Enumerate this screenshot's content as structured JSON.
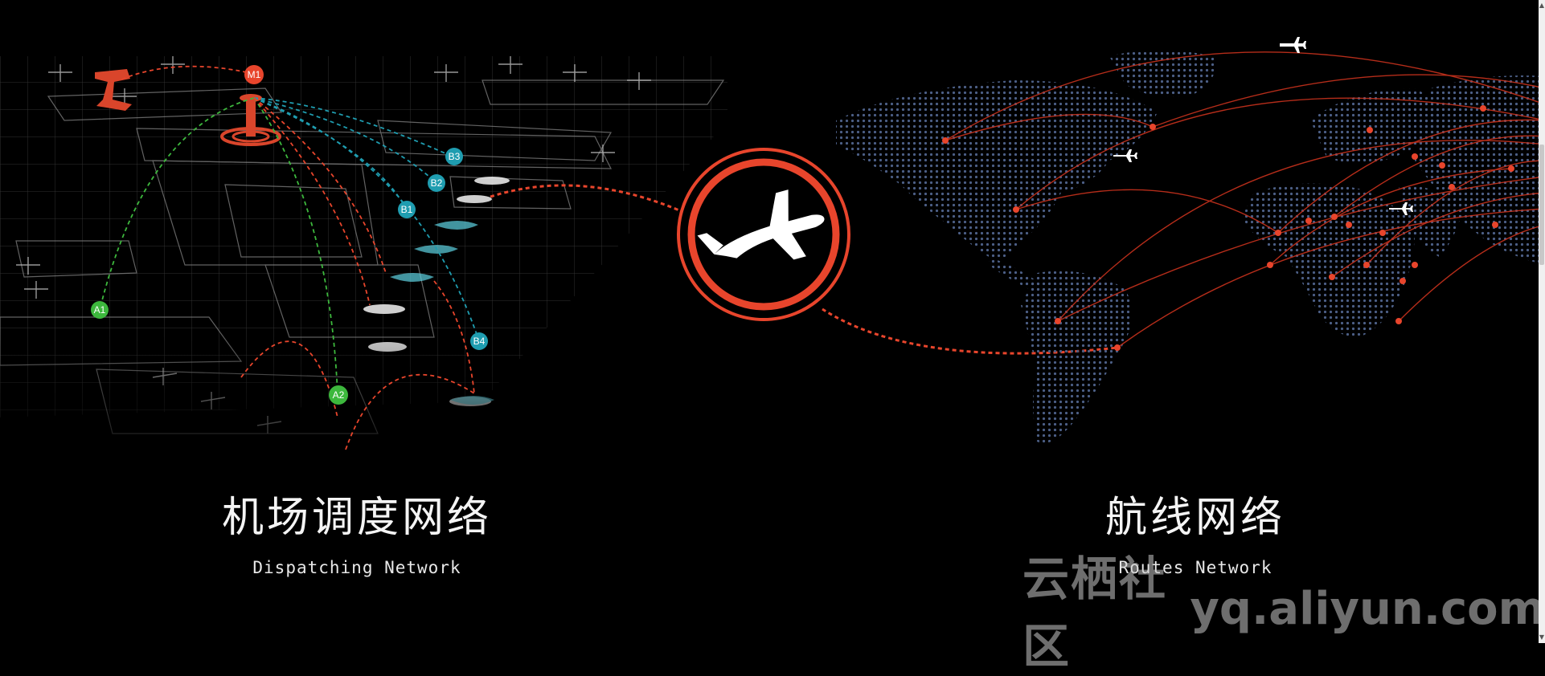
{
  "left_panel": {
    "title": "机场调度网络",
    "subtitle": "Dispatching Network"
  },
  "right_panel": {
    "title": "航线网络",
    "subtitle": "Routes Network"
  },
  "markers": {
    "m1": "M1",
    "a1": "A1",
    "a2": "A2",
    "b1": "B1",
    "b2": "B2",
    "b3": "B3",
    "b4": "B4"
  },
  "watermark": {
    "cn": "云栖社区",
    "en": "yq.aliyun.com"
  },
  "colors": {
    "background": "#000000",
    "accent_red": "#e8452c",
    "marker_green": "#3db83d",
    "marker_teal": "#1f9db0",
    "map_dots": "#4c5f86"
  },
  "icons": {
    "center_badge": "airplane-takeoff-icon",
    "map_planes": "airplane-icon"
  }
}
